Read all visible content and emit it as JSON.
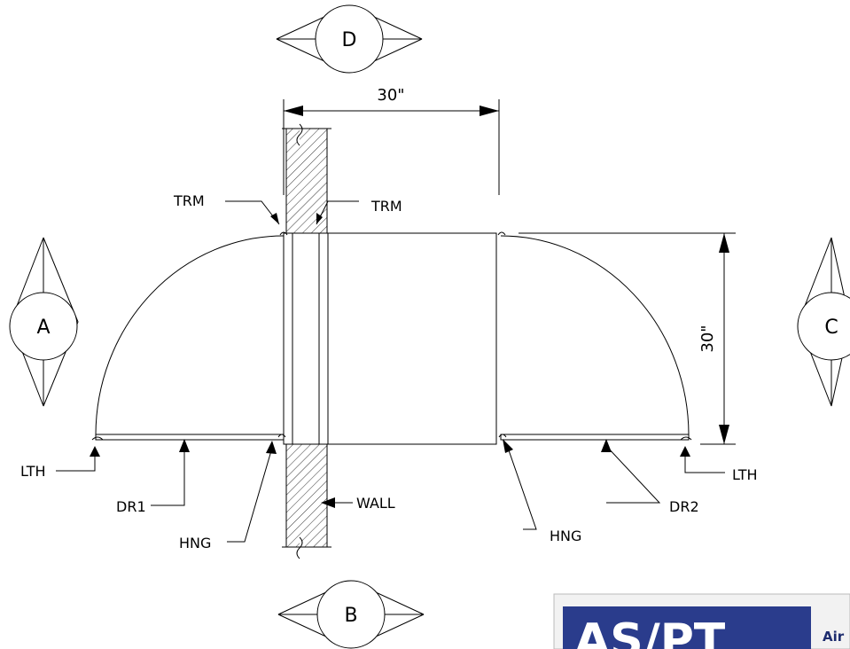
{
  "views": {
    "a": "A",
    "b": "B",
    "c": "C",
    "d": "D"
  },
  "dimensions": {
    "width": "30\"",
    "height": "30\""
  },
  "callouts": {
    "trm_left": "TRM",
    "trm_right": "TRM",
    "lth_left": "LTH",
    "lth_right": "LTH",
    "dr1": "DR1",
    "dr2": "DR2",
    "hng_left": "HNG",
    "hng_right": "HNG",
    "wall": "WALL"
  },
  "logo": {
    "mark": "AS/PT",
    "word": "Air"
  },
  "colors": {
    "line": "#000000",
    "logo_blue": "#2a3c8c"
  }
}
